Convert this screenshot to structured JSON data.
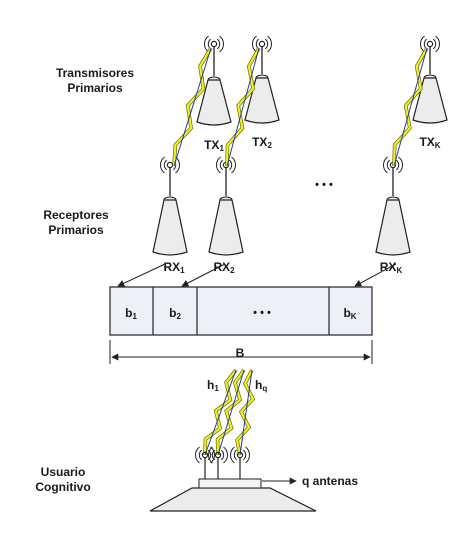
{
  "labels": {
    "tx_group": [
      "Transmisores",
      "Primarios"
    ],
    "rx_group": [
      "Receptores",
      "Primarios"
    ],
    "cu_group": [
      "Usuario",
      "Cognitivo"
    ],
    "bandwidth": "B",
    "antennas": "q antenas",
    "dots": "• • •"
  },
  "transmitters": [
    {
      "base": "TX",
      "sub": "1"
    },
    {
      "base": "TX",
      "sub": "2"
    },
    {
      "base": "TX",
      "sub": "K"
    }
  ],
  "receivers": [
    {
      "base": "RX",
      "sub": "1"
    },
    {
      "base": "RX",
      "sub": "2"
    },
    {
      "base": "RX",
      "sub": "K"
    }
  ],
  "bands": [
    {
      "base": "b",
      "sub": "1"
    },
    {
      "base": "b",
      "sub": "2"
    },
    {
      "base": "",
      "sub": ""
    },
    {
      "base": "b",
      "sub": "K"
    }
  ],
  "channels": [
    {
      "base": "h",
      "sub": "1"
    },
    {
      "base": "h",
      "sub": "q"
    }
  ],
  "colors": {
    "tower_fill": "#ececec",
    "band_fill": "#eef0f8",
    "lightning_fill": "#f0f028",
    "lightning_stroke": "#6a6a00",
    "link_blue": "#1f3fa0",
    "stroke": "#222222"
  },
  "icons": [
    "antenna-icon",
    "lightning-icon",
    "tower-icon"
  ]
}
